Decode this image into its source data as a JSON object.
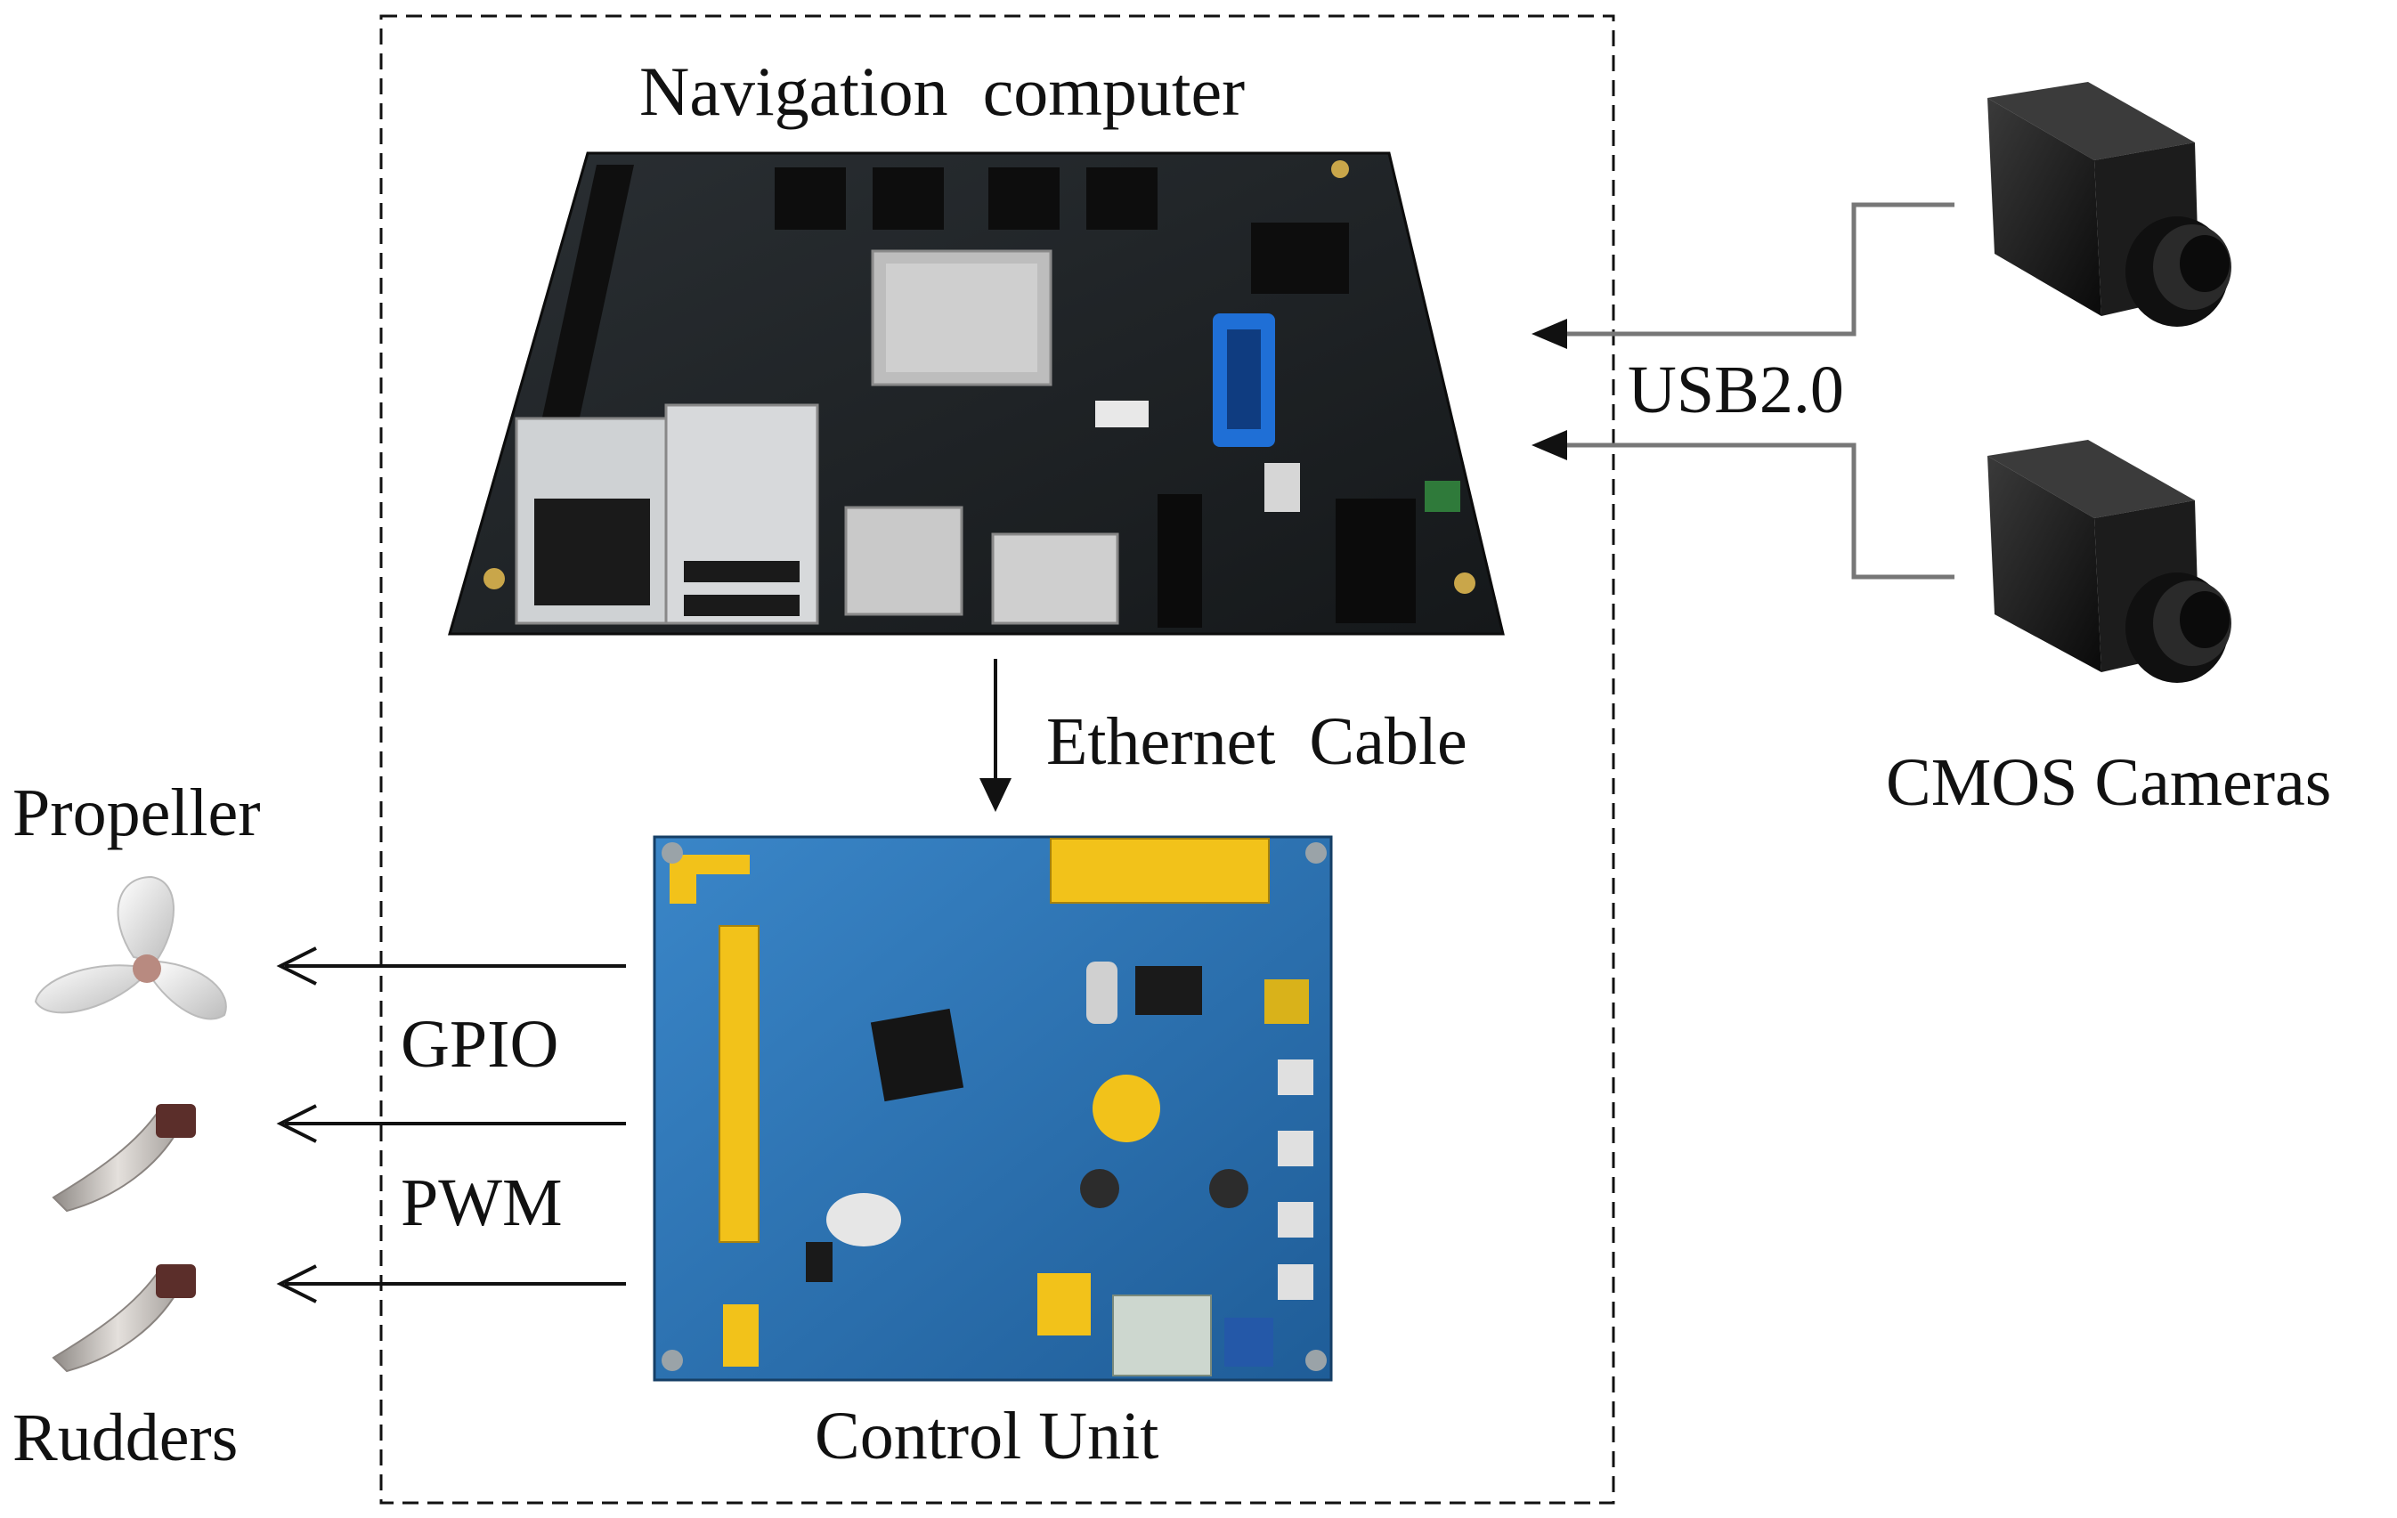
{
  "labels": {
    "navigation_computer": "Navigation  computer",
    "usb": "USB2.0",
    "cmos_cameras": "CMOS Cameras",
    "ethernet_cable": "Ethernet  Cable",
    "propeller": "Propeller",
    "gpio": "GPIO",
    "pwm": "PWM",
    "rudders": "Rudders",
    "control_unit": "Control Unit"
  },
  "colors": {
    "nav_board": "#1c1f22",
    "control_board": "#2b6fb0",
    "header_yellow": "#f2c21a",
    "camera_body": "#141414",
    "propeller": "#e8e8e8",
    "rudder": "#c9c4c0",
    "lines": "#111111",
    "camera_lines": "#777777"
  }
}
